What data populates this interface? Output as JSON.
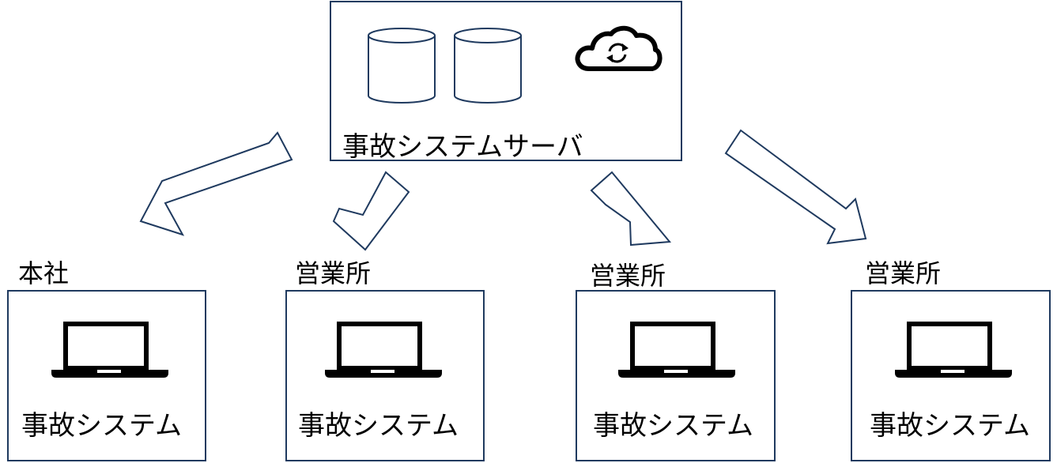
{
  "server": {
    "label": "事故システムサーバ",
    "icons": [
      "database-icon",
      "database-icon",
      "cloud-sync-icon"
    ]
  },
  "sites": [
    {
      "title": "本社",
      "system_label": "事故システム",
      "icon": "laptop-icon"
    },
    {
      "title": "営業所",
      "system_label": "事故システム",
      "icon": "laptop-icon"
    },
    {
      "title": "営業所",
      "system_label": "事故システム",
      "icon": "laptop-icon"
    },
    {
      "title": "営業所",
      "system_label": "事故システム",
      "icon": "laptop-icon"
    }
  ],
  "colors": {
    "outline": "#1f3a5f",
    "icon": "#000000"
  }
}
